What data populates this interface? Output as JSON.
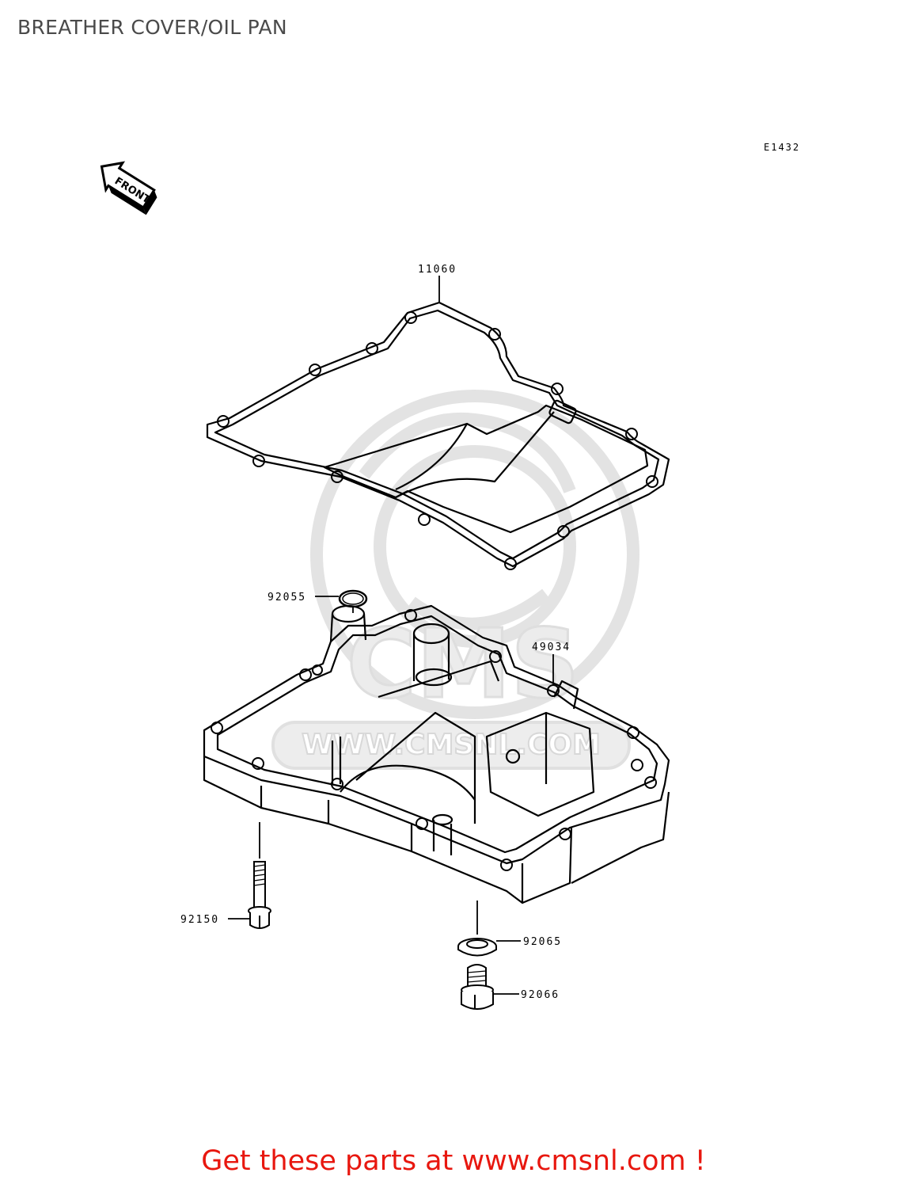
{
  "header": {
    "title": "BREATHER COVER/OIL PAN"
  },
  "diagram": {
    "ref_code": "E1432",
    "front_label": "FRONT",
    "watermark_url": "WWW.CMSNL.COM",
    "watermark_logo": "CMS",
    "parts": [
      {
        "number": "11060"
      },
      {
        "number": "92055"
      },
      {
        "number": "49034"
      },
      {
        "number": "92150"
      },
      {
        "number": "92065"
      },
      {
        "number": "92066"
      }
    ]
  },
  "footer": {
    "promo_text": "Get these parts at www.cmsnl.com !"
  },
  "colors": {
    "title": "#4a4a4a",
    "promo": "#e8170f",
    "line": "#000000",
    "watermark": "#e3e3e3"
  }
}
